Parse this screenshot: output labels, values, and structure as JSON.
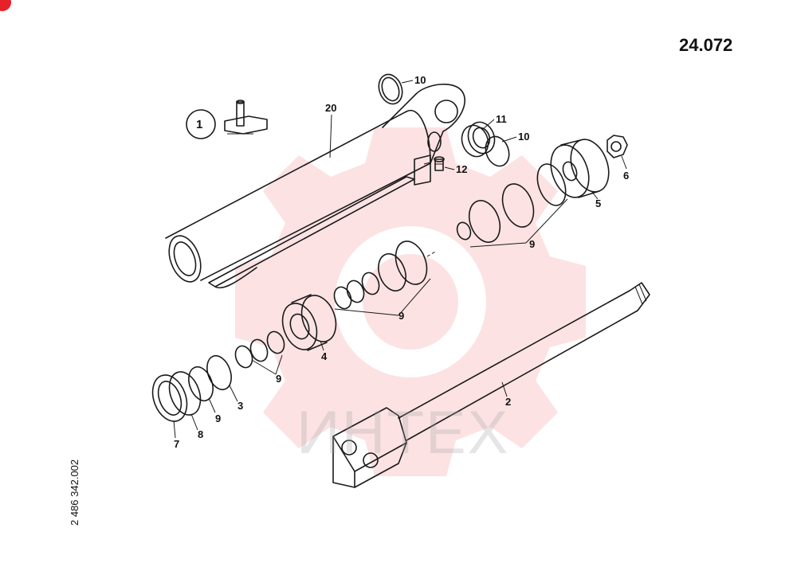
{
  "page_number": "24.072",
  "drawing_code": "2 486 342.002",
  "watermark": "ИНТЕХ",
  "detail_marker": "1",
  "callouts": [
    "20",
    "10",
    "11",
    "10",
    "12",
    "6",
    "5",
    "9",
    "9",
    "4",
    "9",
    "2",
    "3",
    "9",
    "8",
    "7"
  ],
  "colors": {
    "ink": "#1a1a1a",
    "watermark": "#e8202a",
    "corner_mark": "#e8202a"
  }
}
